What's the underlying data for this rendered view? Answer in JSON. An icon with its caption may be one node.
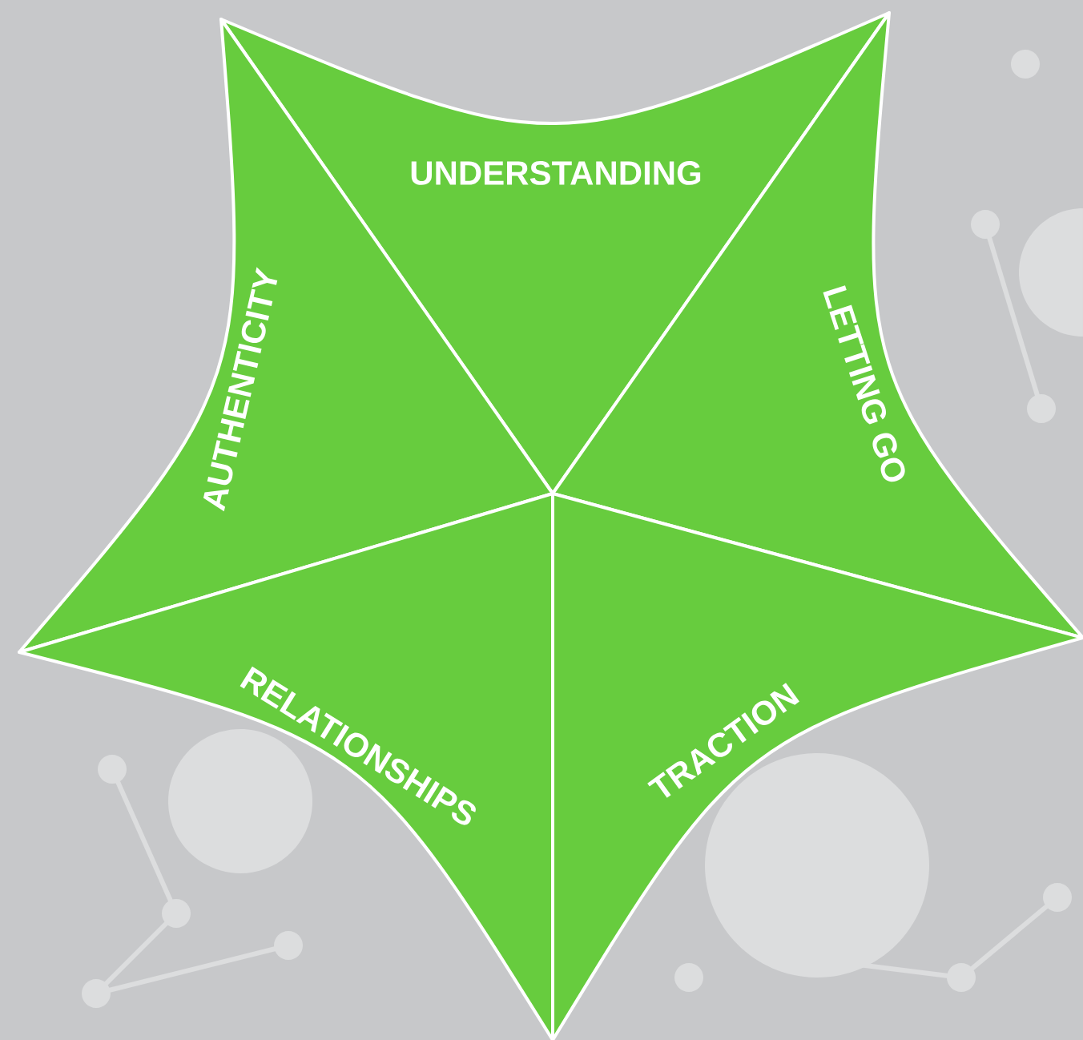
{
  "diagram": {
    "nodes": [
      {
        "text": [
          "UNDERSTANDING"
        ]
      },
      {
        "text": [
          "AUTHENTICITY"
        ]
      },
      {
        "text": [
          "LETTING GO"
        ]
      },
      {
        "text": [
          "RELATIONSHIPS"
        ]
      },
      {
        "text": [
          "TRACTION"
        ]
      }
    ]
  }
}
